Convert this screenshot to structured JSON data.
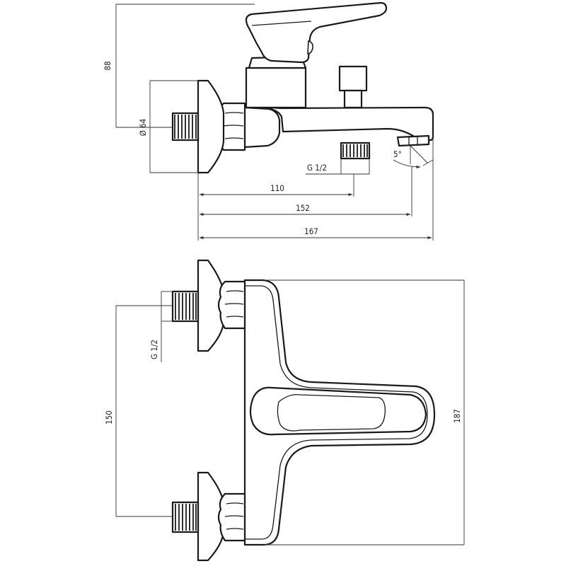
{
  "side_view": {
    "height_label": "88",
    "diameter_label": "Ø 64",
    "thread_label": "G 1/2",
    "angle_label": "5°",
    "dim_a_label": "110",
    "dim_b_label": "152",
    "dim_c_label": "167"
  },
  "top_view": {
    "thread_label": "G 1/2",
    "spacing_label": "150",
    "depth_label": "187"
  }
}
